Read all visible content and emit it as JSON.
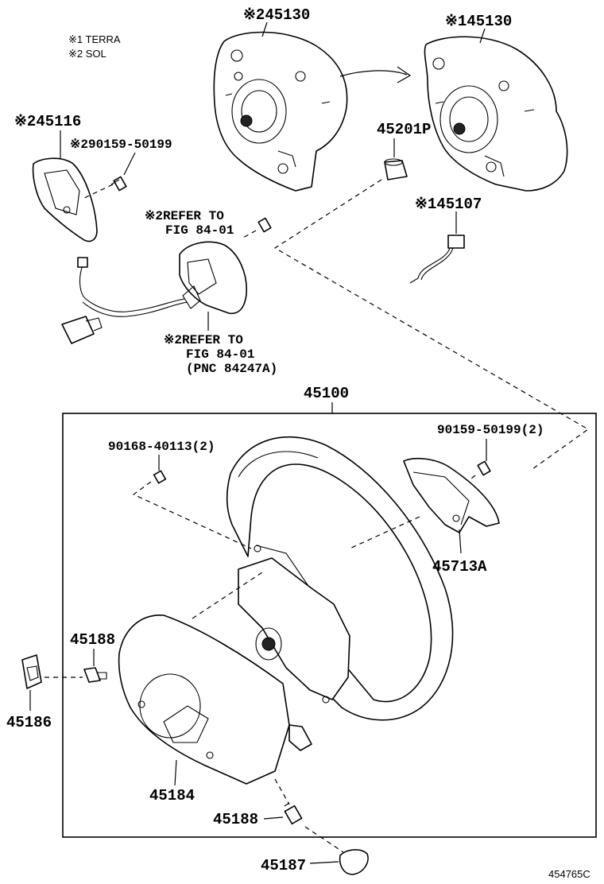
{
  "notes": {
    "note1": "※1 TERRA",
    "note2": "※2 SOL"
  },
  "labels": {
    "pad_sol": "※245130",
    "pad_terra": "※145130",
    "cover_left": "※245116",
    "screw_left": "※290159-50199",
    "collar": "45201P",
    "wire_terra": "※145107",
    "refer_top_1": "※2REFER TO",
    "refer_top_2": "FIG 84-01",
    "refer_bottom_1": "※2REFER TO",
    "refer_bottom_2": "FIG 84-01",
    "refer_bottom_3": "(PNC 84247A)",
    "wheel_assy": "45100",
    "screw_pair_left": "90168-40113(2)",
    "screw_pair_right": "90159-50199(2)",
    "cover_right": "45713A",
    "screw_clip": "45188",
    "emblem_small": "45186",
    "lower_cover": "45184",
    "screw_lower": "45188",
    "cap": "45187",
    "diagram_code": "454765C"
  }
}
